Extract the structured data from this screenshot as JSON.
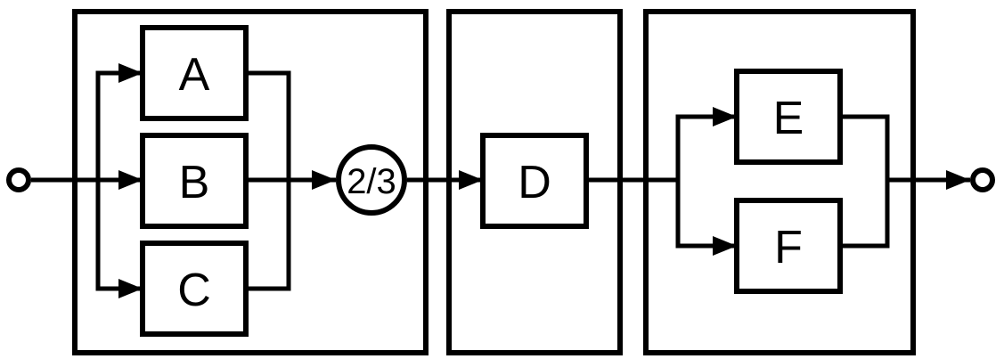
{
  "diagram": {
    "kind": "reliability block diagram",
    "blocks": {
      "a": {
        "label": "A"
      },
      "b": {
        "label": "B"
      },
      "c": {
        "label": "C"
      },
      "d": {
        "label": "D"
      },
      "e": {
        "label": "E"
      },
      "f": {
        "label": "F"
      }
    },
    "gate": {
      "label": "2/3"
    },
    "groups": {
      "abc": {
        "blocks": "A, B, C",
        "arrangement": "parallel"
      },
      "d": {
        "blocks": "D",
        "arrangement": "series"
      },
      "ef": {
        "blocks": "E, F",
        "arrangement": "parallel"
      }
    },
    "colors": {
      "line": "#000000",
      "background": "#ffffff"
    }
  }
}
